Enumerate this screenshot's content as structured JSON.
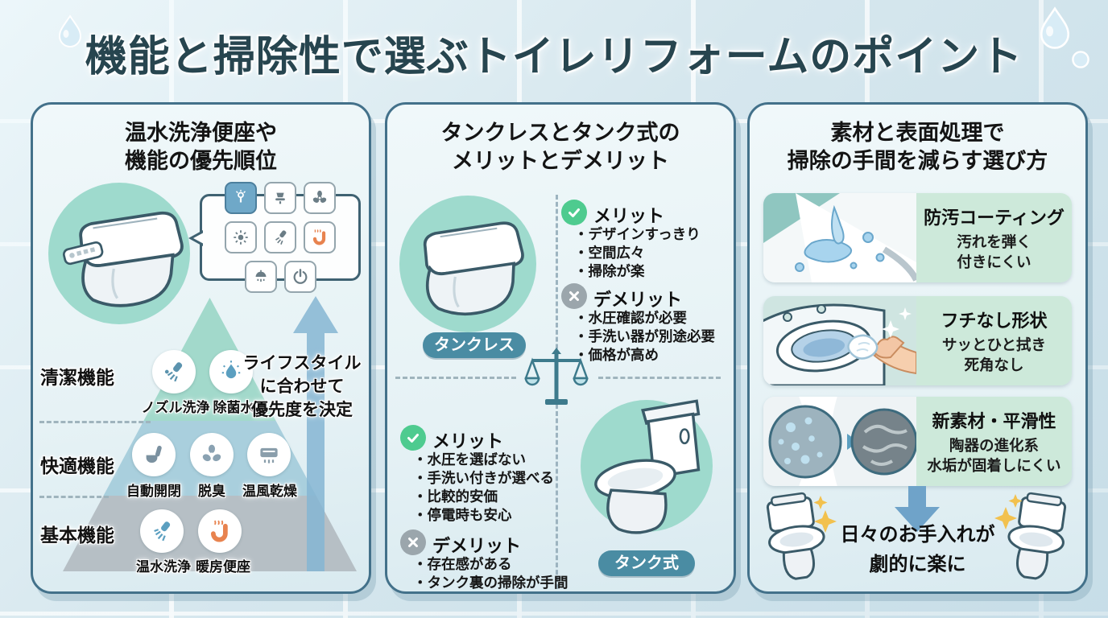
{
  "title": "機能と掃除性で選ぶトイレリフォームのポイント",
  "colors": {
    "title_text": "#27454f",
    "panel_border": "#43718a",
    "teal_circle": "#9edacd",
    "pill_bg": "#4a8ca3",
    "merit_green": "#4ecb8f",
    "demerit_gray": "#9ba6ac",
    "mint_bg": "#cde9da",
    "arrow_blue": "#85b5d2",
    "heated_seat_orange": "#e8834f"
  },
  "panel_functions": {
    "title_line1": "温水洗浄便座や",
    "title_line2": "機能の優先順位",
    "remote_icons": [
      "bidet-wash-icon",
      "stop-wash-icon",
      "fan-icon",
      "light-icon",
      "nozzle-spray-icon",
      "heated-seat-icon",
      "dryer-shower-icon",
      "power-icon"
    ],
    "pyramid_tiers": [
      {
        "label": "清潔機能",
        "items": [
          {
            "icon": "nozzle-clean-icon",
            "label": "ノズル洗浄"
          },
          {
            "icon": "sterilizing-water-icon",
            "label": "除菌水"
          }
        ]
      },
      {
        "label": "快適機能",
        "items": [
          {
            "icon": "auto-open-close-icon",
            "label": "自動開閉"
          },
          {
            "icon": "deodorize-icon",
            "label": "脱臭"
          },
          {
            "icon": "warm-air-dry-icon",
            "label": "温風乾燥"
          }
        ]
      },
      {
        "label": "基本機能",
        "items": [
          {
            "icon": "warm-water-wash-icon",
            "label": "温水洗浄"
          },
          {
            "icon": "heated-seat-icon",
            "label": "暖房便座"
          }
        ]
      }
    ],
    "arrow_note": [
      "ライフスタイル",
      "に合わせて",
      "優先度を決定"
    ]
  },
  "panel_tank": {
    "title_line1": "タンクレスとタンク式の",
    "title_line2": "メリットとデメリット",
    "tankless": {
      "label": "タンクレス",
      "merit_title": "メリット",
      "merits": [
        "デザインすっきり",
        "空間広々",
        "掃除が楽"
      ],
      "demerit_title": "デメリット",
      "demerits": [
        "水圧確認が必要",
        "手洗い器が別途必要",
        "価格が高め"
      ]
    },
    "tank": {
      "label": "タンク式",
      "merit_title": "メリット",
      "merits": [
        "水圧を選ばない",
        "手洗い付きが選べる",
        "比較的安価",
        "停電時も安心"
      ],
      "demerit_title": "デメリット",
      "demerits": [
        "存在感がある",
        "タンク裏の掃除が手間"
      ]
    }
  },
  "panel_material": {
    "title_line1": "素材と表面処理で",
    "title_line2": "掃除の手間を減らす選び方",
    "rows": [
      {
        "icon": "water-repel-illustration",
        "heading": "防汚コーティング",
        "desc1": "汚れを弾く",
        "desc2": "付きにくい"
      },
      {
        "icon": "rimless-wipe-illustration",
        "heading": "フチなし形状",
        "desc1": "サッとひと拭き",
        "desc2": "死角なし"
      },
      {
        "icon": "smooth-material-illustration",
        "heading": "新素材・平滑性",
        "desc1": "陶器の進化系",
        "desc2": "水垢が固着しにくい"
      }
    ],
    "conclusion_line1": "日々のお手入れが",
    "conclusion_line2": "劇的に楽に"
  }
}
